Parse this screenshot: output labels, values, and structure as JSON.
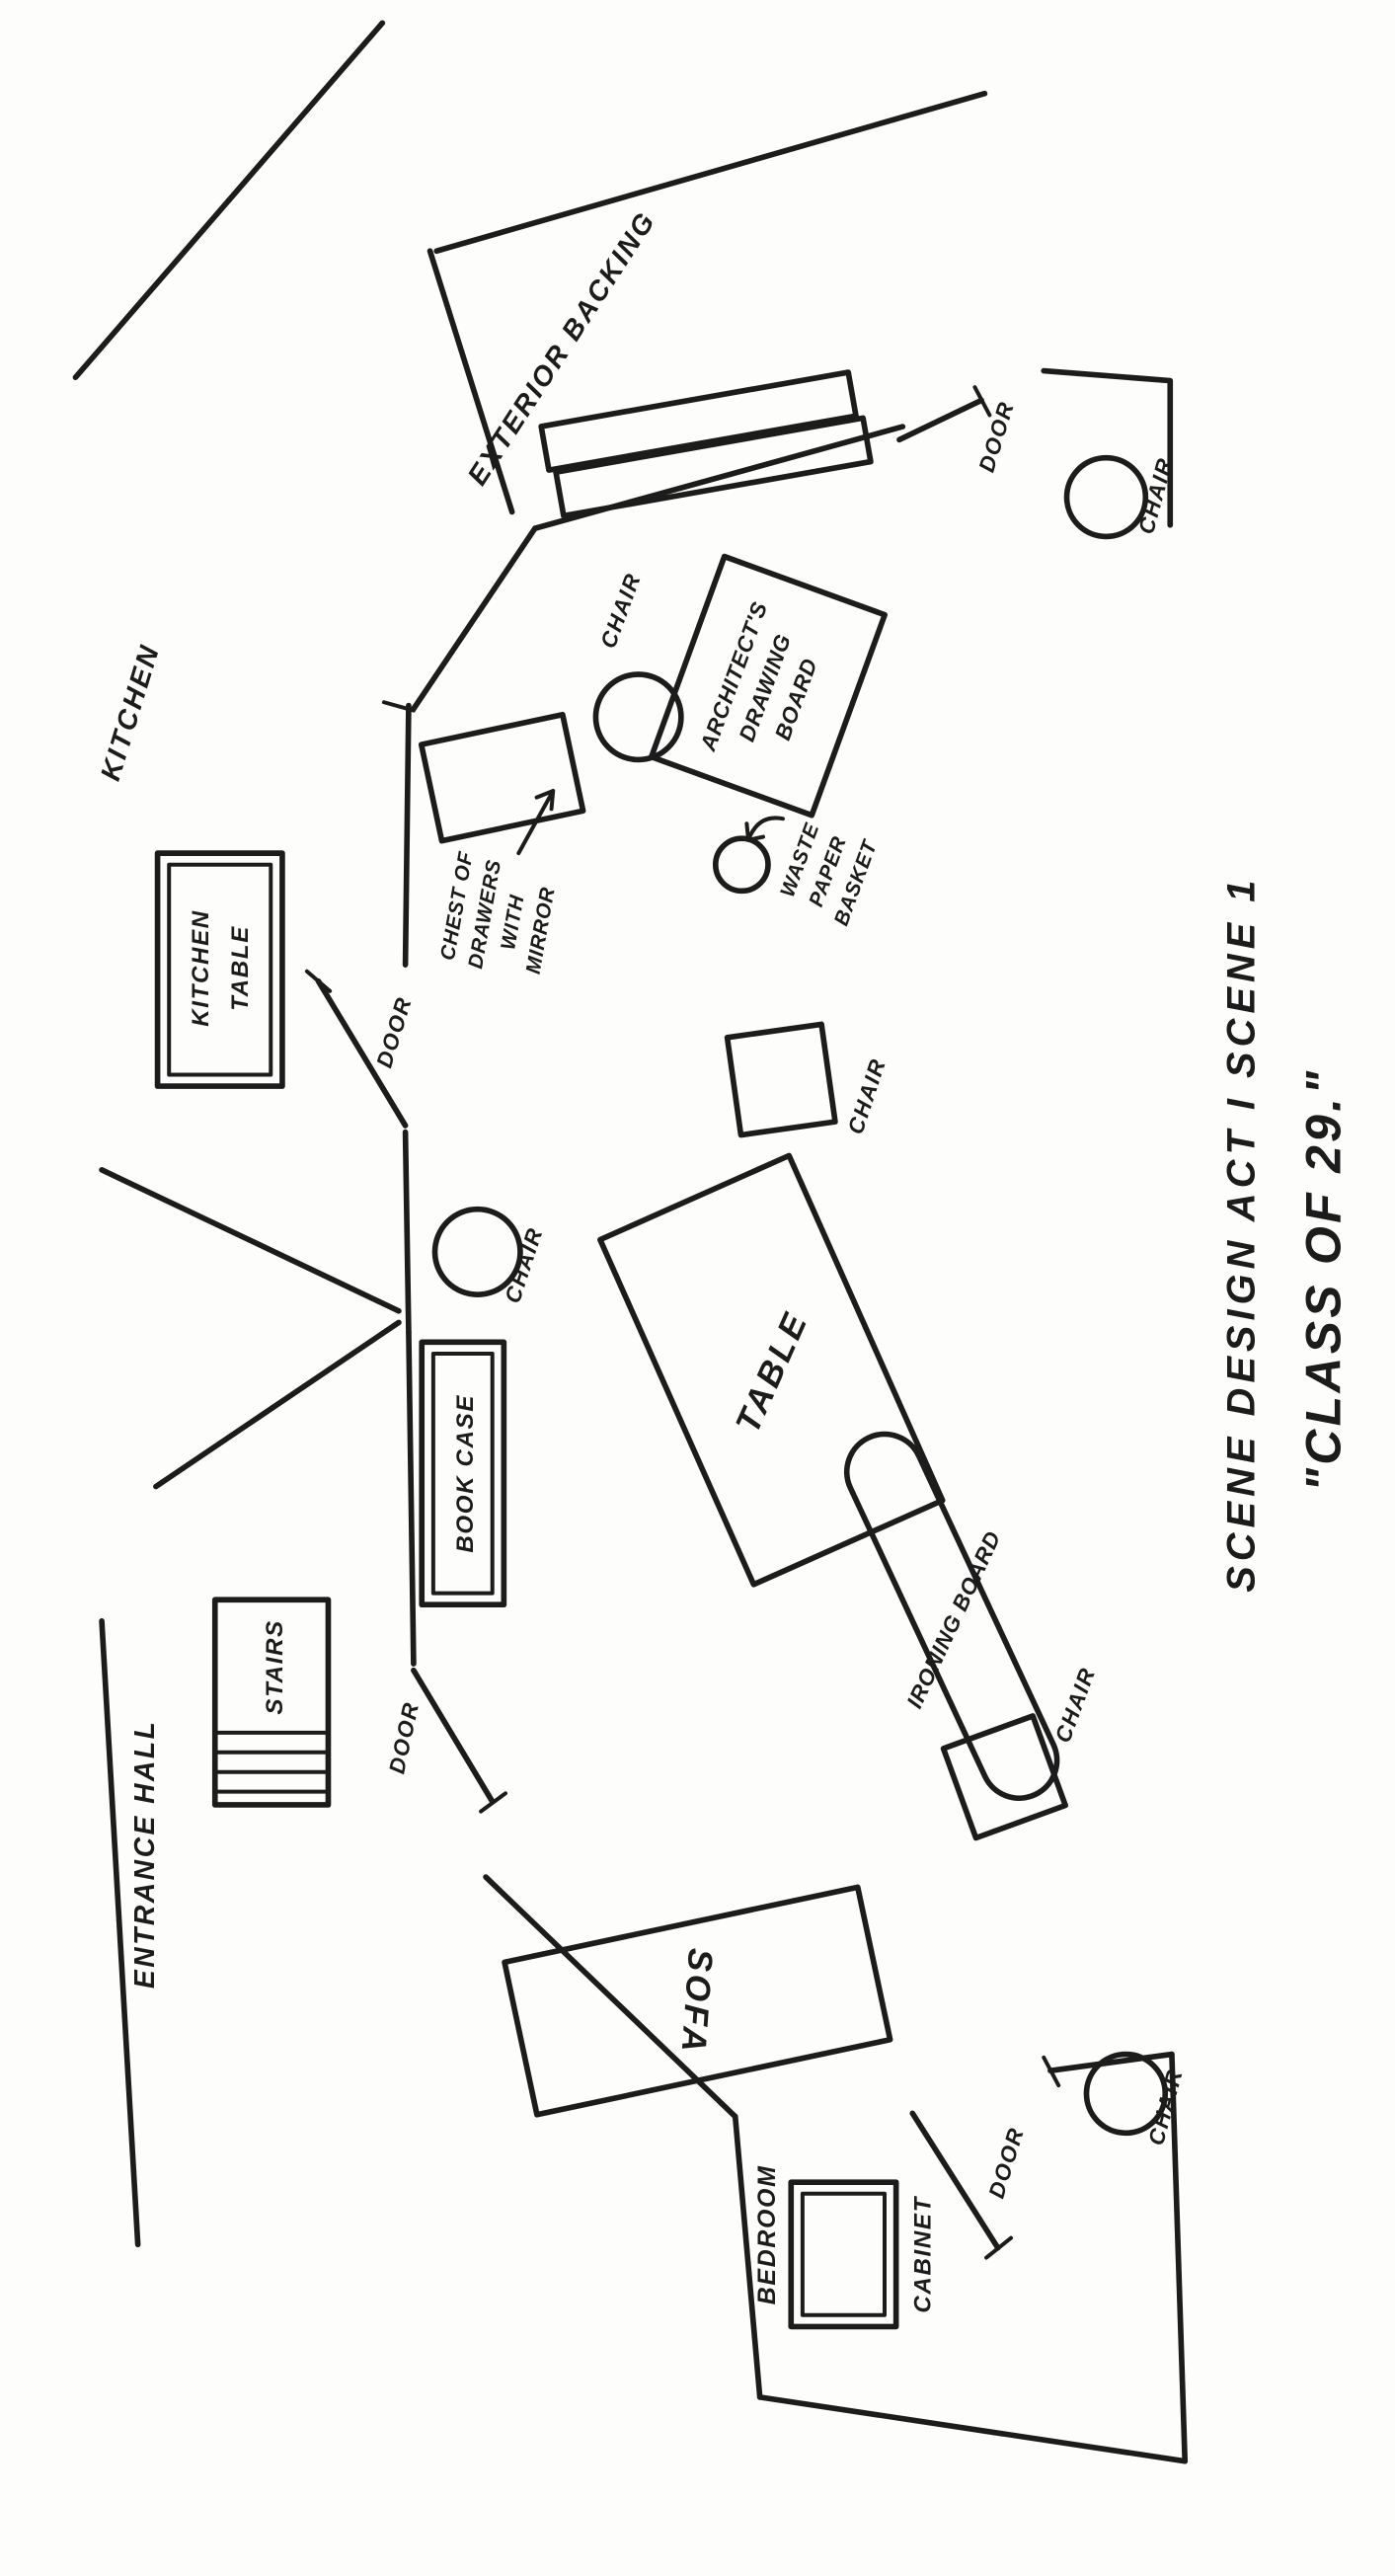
{
  "document": {
    "title": "SCENE DESIGN ACT I SCENE 1",
    "subtitle": "\"CLASS OF 29.\""
  },
  "rooms": {
    "kitchen": {
      "label": "KITCHEN"
    },
    "entrance_hall": {
      "label": "ENTRANCE HALL"
    },
    "bedroom": {
      "label": "BEDROOM"
    },
    "exterior_backing": {
      "label": "EXTERIOR BACKING"
    }
  },
  "furniture": {
    "kitchen_table": {
      "lines": [
        "KITCHEN",
        "TABLE"
      ]
    },
    "chest_of_drawers": {
      "lines": [
        "CHEST OF",
        "DRAWERS",
        "WITH",
        "MIRROR"
      ]
    },
    "architects_drawing_board": {
      "lines": [
        "ARCHITECT'S",
        "DRAWING",
        "BOARD"
      ]
    },
    "waste_paper_basket": {
      "lines": [
        "WASTE",
        "PAPER",
        "BASKET"
      ]
    },
    "book_case": {
      "label": "BOOK CASE"
    },
    "stairs": {
      "label": "STAIRS"
    },
    "table": {
      "label": "TABLE"
    },
    "ironing_board": {
      "label": "IRONING BOARD"
    },
    "sofa": {
      "label": "SOFA"
    },
    "cabinet": {
      "label": "CABINET"
    }
  },
  "markers": {
    "door": "DOOR",
    "chair": "CHAIR"
  },
  "colors": {
    "ink": "#1c1c1c",
    "paper": "#fdfdfb"
  }
}
